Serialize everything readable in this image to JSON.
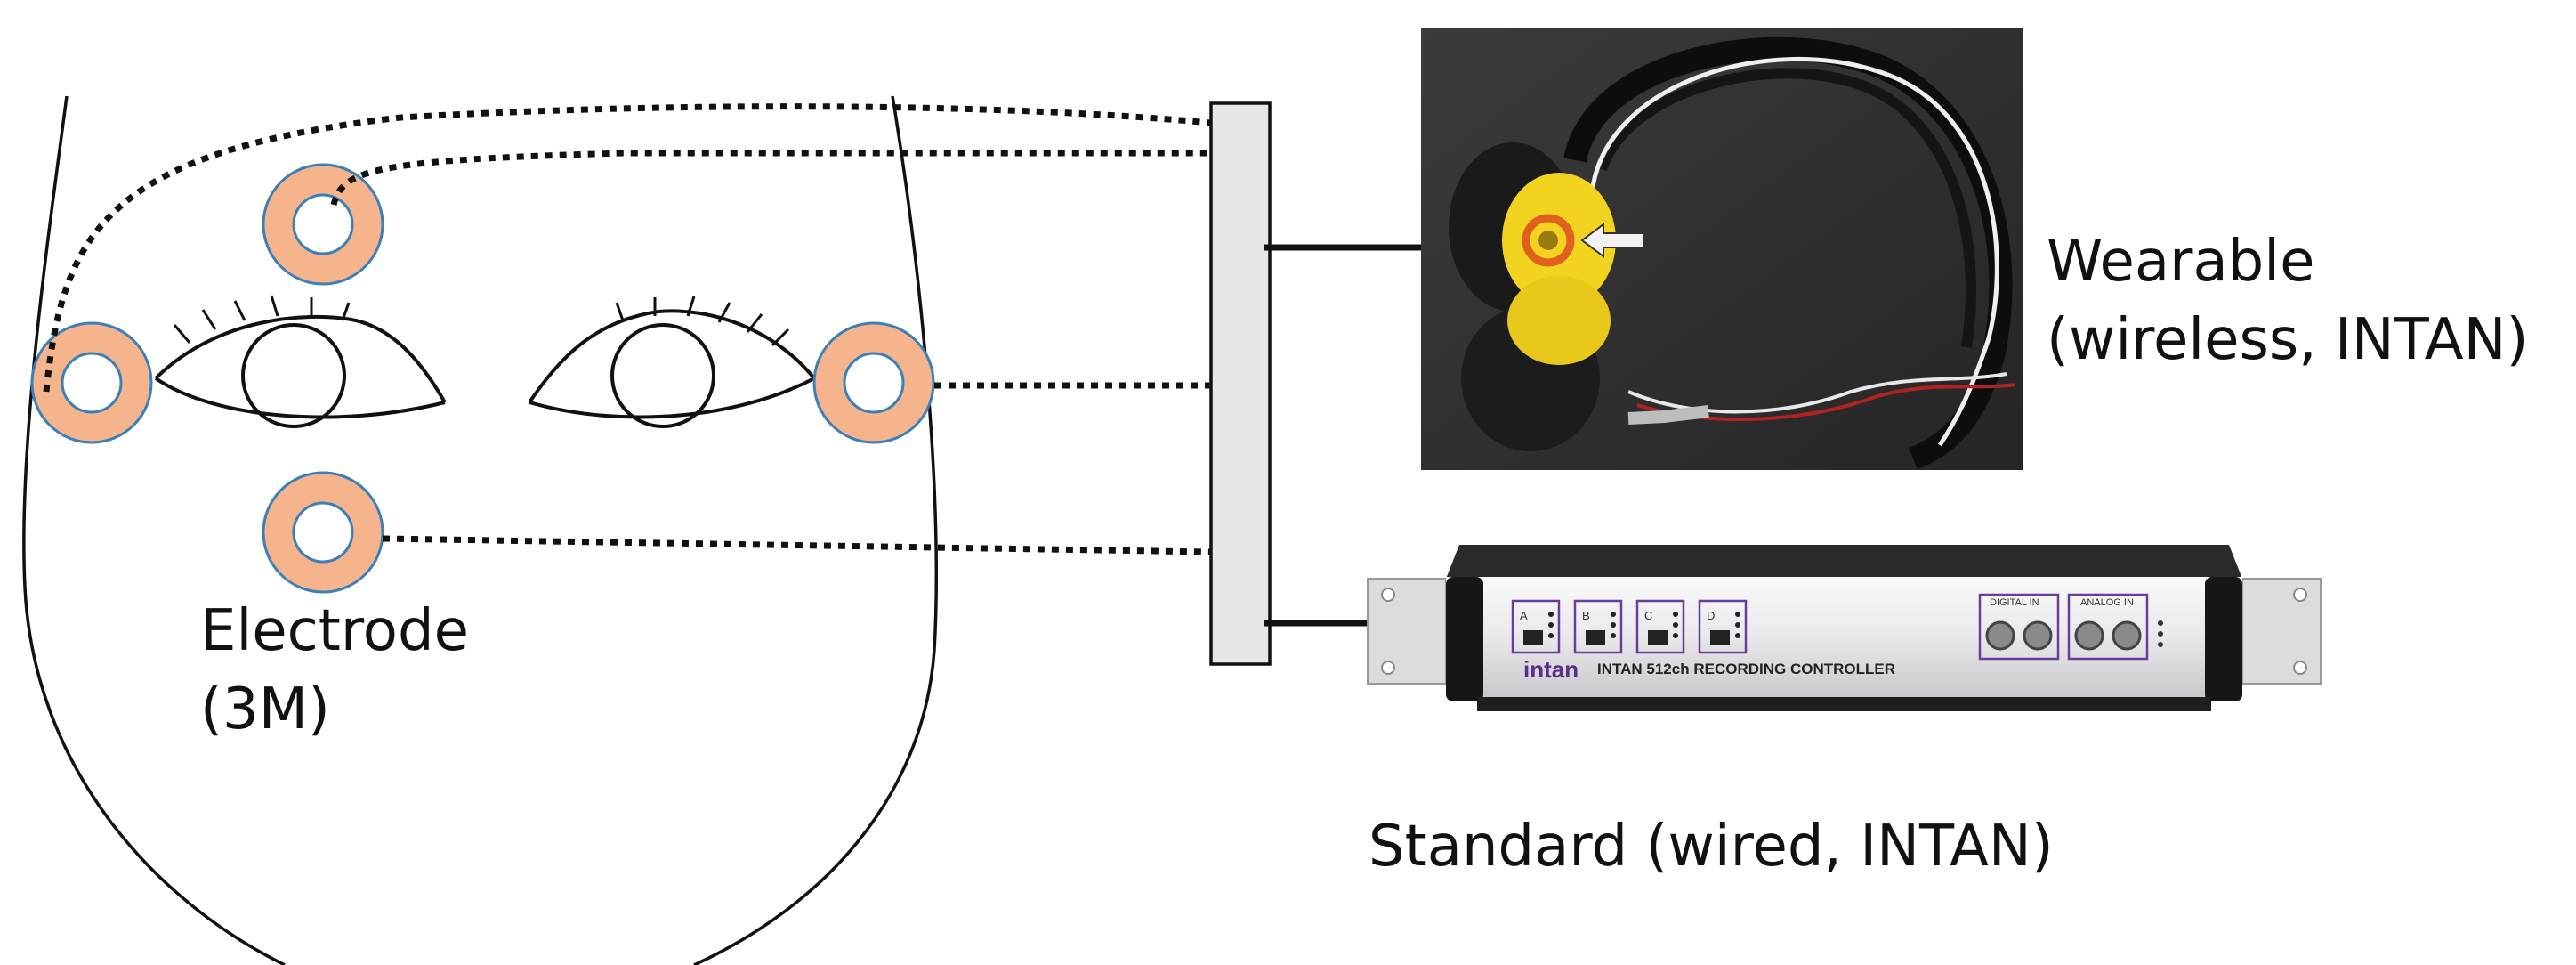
{
  "labels": {
    "electrode_line1": "Electrode",
    "electrode_line2": "(3M)",
    "wearable_line1": "Wearable",
    "wearable_line2": "(wireless, INTAN)",
    "standard": "Standard (wired, INTAN)"
  },
  "controller": {
    "brand": "intan",
    "model": "INTAN 512ch RECORDING CONTROLLER",
    "ports": [
      "A",
      "B",
      "C",
      "D"
    ],
    "digital_in": "DIGITAL IN",
    "analog_in": "ANALOG IN"
  },
  "colors": {
    "electrode_fill": "#f6b48c",
    "electrode_ring": "#3b7fb8",
    "accent_purple": "#6a3d9a",
    "foam_yellow": "#f2d31f"
  }
}
